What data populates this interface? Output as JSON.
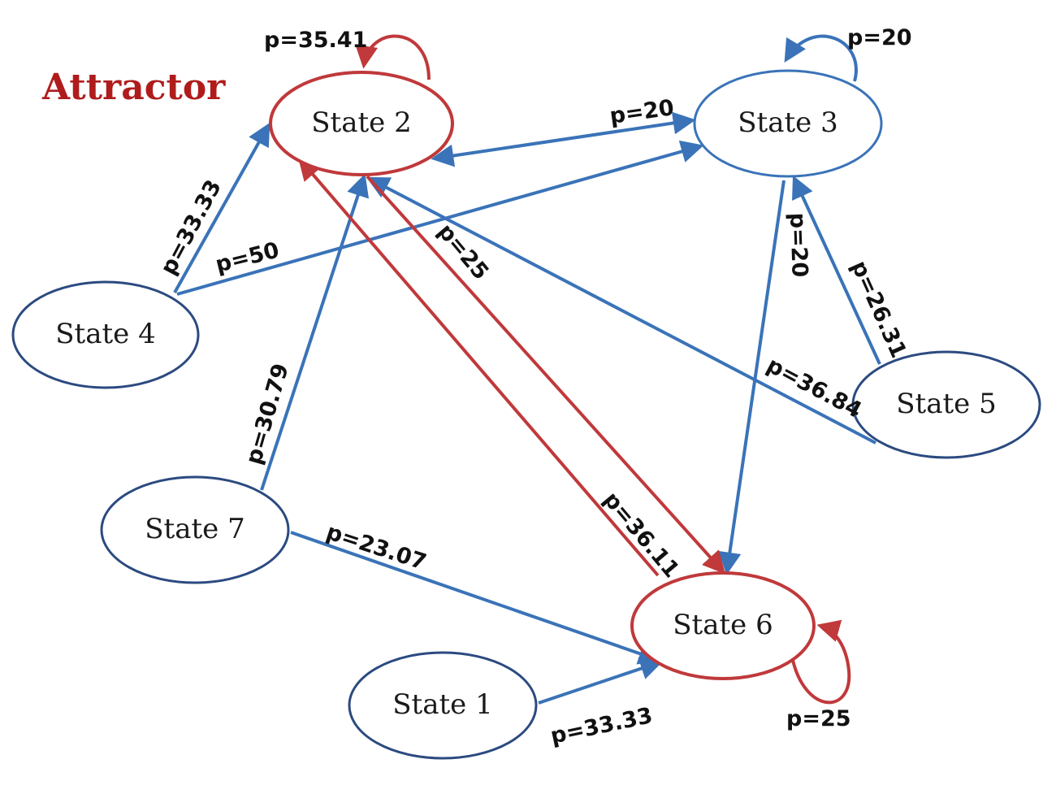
{
  "title": "Attractor",
  "colors": {
    "attractor": "#c0393b",
    "normal": "#3a73b8",
    "state_outline": "#2b4a80",
    "title": "#b01c1c"
  },
  "states": {
    "s1": "State 1",
    "s2": "State 2",
    "s3": "State 3",
    "s4": "State 4",
    "s5": "State 5",
    "s6": "State 6",
    "s7": "State 7"
  },
  "attractor_states": [
    "State 2",
    "State 6"
  ],
  "edges": [
    {
      "from": "State 2",
      "to": "State 2",
      "label": "p=35.41",
      "color": "attractor"
    },
    {
      "from": "State 3",
      "to": "State 3",
      "label": "p=20",
      "color": "normal"
    },
    {
      "from": "State 6",
      "to": "State 6",
      "label": "p=25",
      "color": "attractor"
    },
    {
      "from": "State 3",
      "to": "State 2",
      "label": "p=20",
      "color": "normal"
    },
    {
      "from": "State 4",
      "to": "State 2",
      "label": "p=33.33",
      "color": "normal"
    },
    {
      "from": "State 4",
      "to": "State 3",
      "label": "p=50",
      "color": "normal"
    },
    {
      "from": "State 2",
      "to": "State 6",
      "label": "p=25",
      "color": "attractor"
    },
    {
      "from": "State 6",
      "to": "State 2",
      "label": "p=36.11",
      "color": "attractor"
    },
    {
      "from": "State 3",
      "to": "State 6",
      "label": "p=20",
      "color": "normal"
    },
    {
      "from": "State 5",
      "to": "State 3",
      "label": "p=26.31",
      "color": "normal"
    },
    {
      "from": "State 5",
      "to": "State 2",
      "label": "p=36.84",
      "color": "normal"
    },
    {
      "from": "State 7",
      "to": "State 2",
      "label": "p=30.79",
      "color": "normal"
    },
    {
      "from": "State 7",
      "to": "State 6",
      "label": "p=23.07",
      "color": "normal"
    },
    {
      "from": "State 1",
      "to": "State 6",
      "label": "p=33.33",
      "color": "normal"
    }
  ]
}
